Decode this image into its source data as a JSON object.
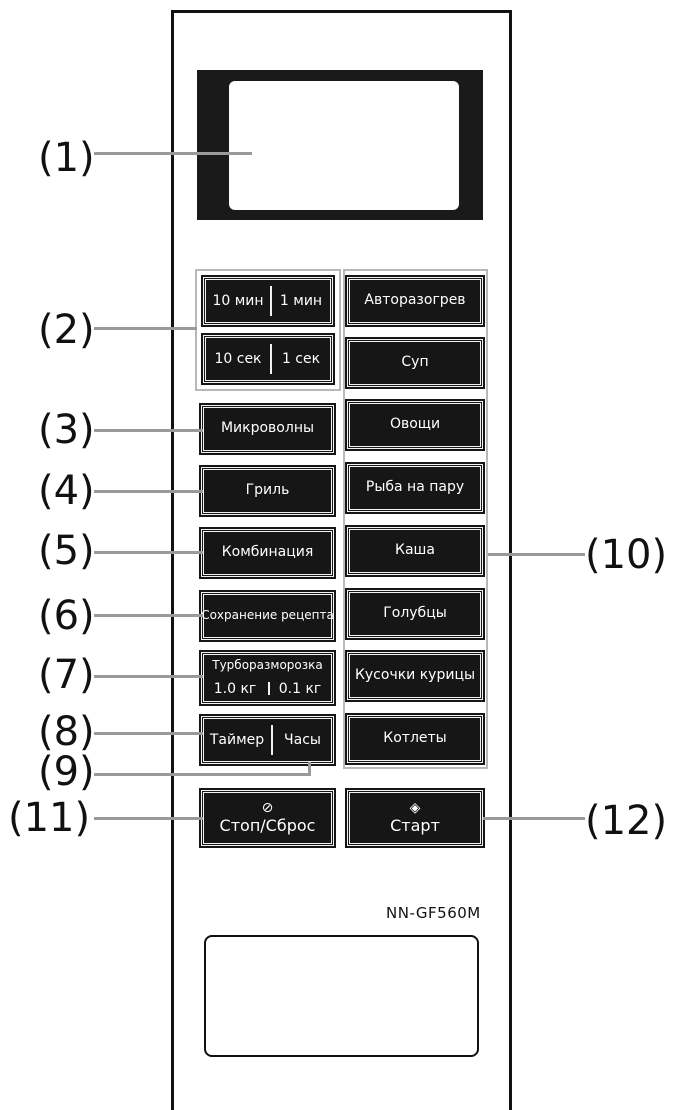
{
  "callouts": {
    "c1": "(1)",
    "c2": "(2)",
    "c3": "(3)",
    "c4": "(4)",
    "c5": "(5)",
    "c6": "(6)",
    "c7": "(7)",
    "c8": "(8)",
    "c9": "(9)",
    "c10": "(10)",
    "c11": "(11)",
    "c12": "(12)"
  },
  "time_buttons": {
    "min10": "10 мин",
    "min1": "1 мин",
    "sec10": "10 сек",
    "sec1": "1 сек"
  },
  "left_buttons": {
    "microwave": "Микроволны",
    "grill": "Гриль",
    "combination": "Комбинация",
    "save_recipe": "Сохранение рецепта",
    "turbo_defrost": "Турборазморозка",
    "defrost_1kg": "1.0 кг",
    "defrost_01kg": "0.1 кг",
    "timer": "Таймер",
    "clock": "Часы"
  },
  "auto_programs": [
    "Авторазогрев",
    "Суп",
    "Овощи",
    "Рыба на пару",
    "Каша",
    "Голубцы",
    "Кусочки курицы",
    "Котлеты"
  ],
  "stop_button": {
    "icon": "stop-icon",
    "label": "Стоп/Сброс",
    "symbol": "⊘"
  },
  "start_button": {
    "icon": "start-icon",
    "label": "Старт",
    "symbol": "◈"
  },
  "model": "NN-GF560M"
}
